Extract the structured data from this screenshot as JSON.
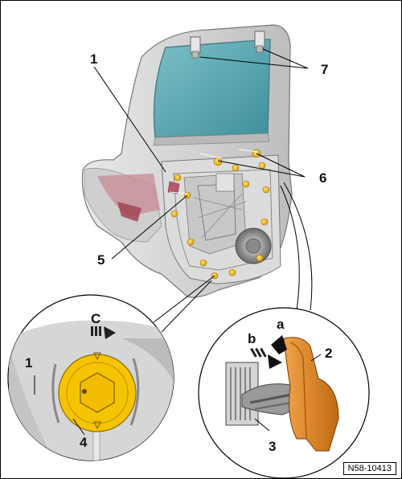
{
  "figure_ref": "N58-10413",
  "callouts": {
    "c1": "1",
    "c2": "2",
    "c3": "3",
    "c4": "4",
    "c5": "5",
    "c6": "6",
    "c7": "7",
    "ca": "a",
    "cb": "b",
    "cC": "C",
    "c1_detail": "1"
  },
  "colors": {
    "glass": "#5aa7b2",
    "panel": "#d8d8d8",
    "clip": "#f0b000",
    "detail_clip": "#f5c400",
    "trim_red": "#b0606a"
  }
}
